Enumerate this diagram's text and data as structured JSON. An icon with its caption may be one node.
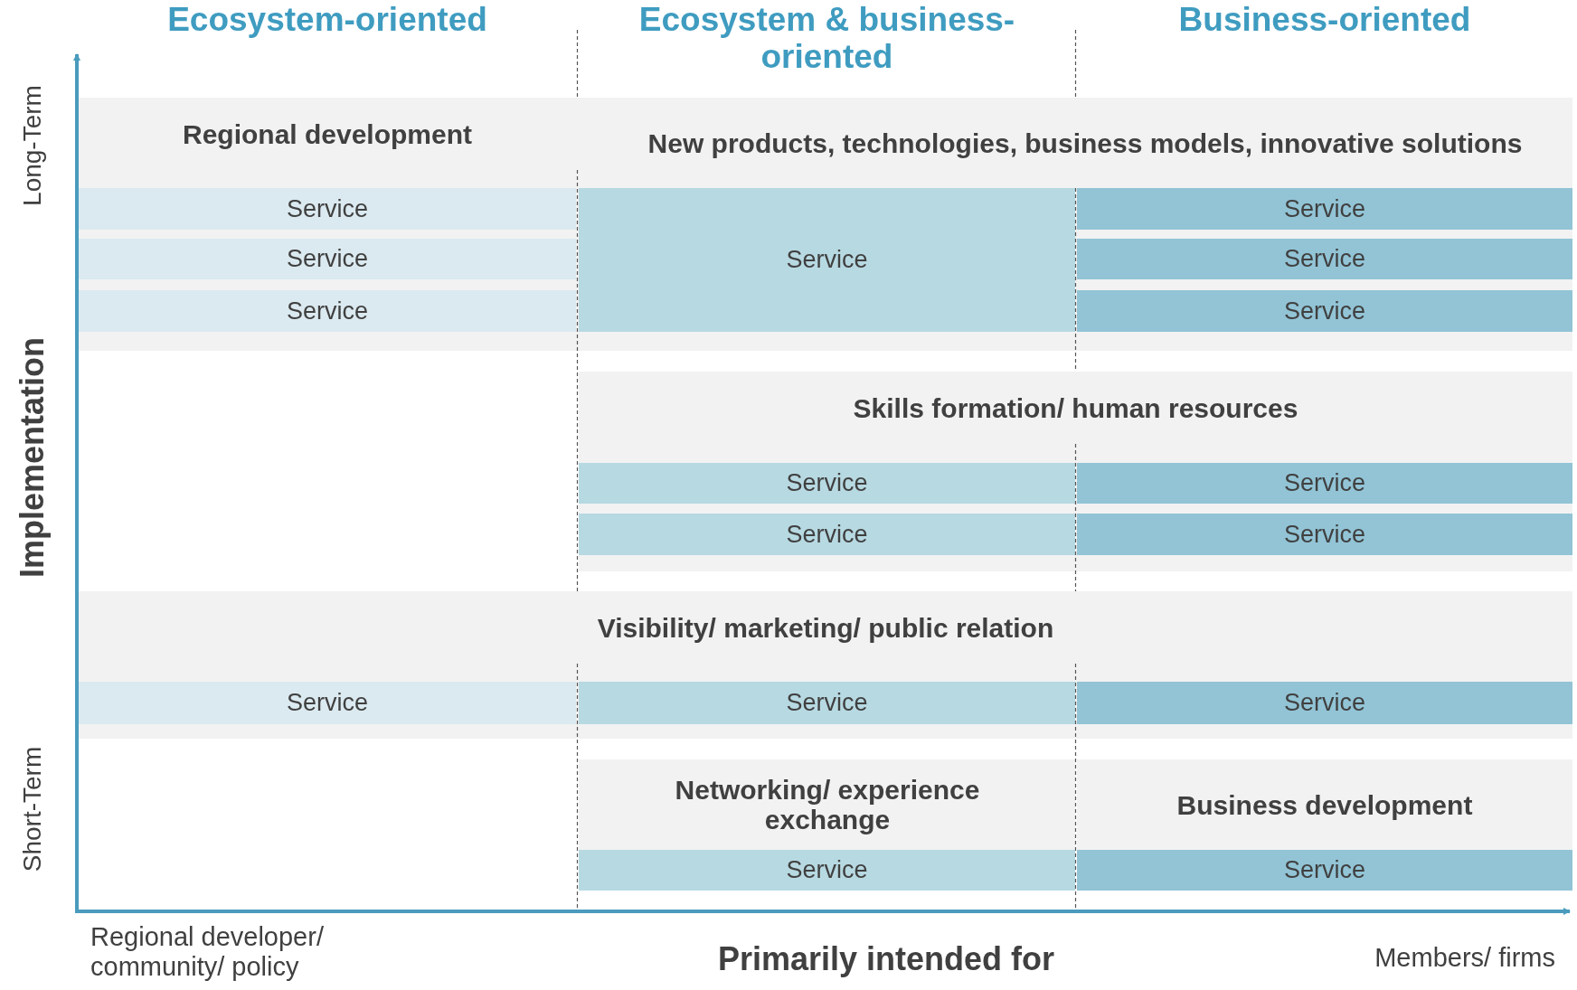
{
  "diagram": {
    "nodes": [
      {
        "text": [
          "Regional development",
          "New products, technologies, business models, innovative solutions"
        ]
      },
      {
        "text": [
          "Service"
        ],
        "in": 0
      },
      {
        "text": [
          "Service"
        ],
        "in": 0
      },
      {
        "text": [
          "Service"
        ],
        "in": 0
      },
      {
        "text": [
          "Service"
        ],
        "in": 0
      },
      {
        "text": [
          "Service"
        ],
        "in": 0
      },
      {
        "text": [
          "Service"
        ],
        "in": 0
      },
      {
        "text": [
          "Service"
        ],
        "in": 0
      },
      {
        "text": [
          "Skills formation/ human resources"
        ]
      },
      {
        "text": [
          "Service"
        ],
        "in": 8
      },
      {
        "text": [
          "Service"
        ],
        "in": 8
      },
      {
        "text": [
          "Service"
        ],
        "in": 8
      },
      {
        "text": [
          "Service"
        ],
        "in": 8
      },
      {
        "text": [
          "Visibility/ marketing/ public relation"
        ]
      },
      {
        "text": [
          "Service"
        ],
        "in": 13
      },
      {
        "text": [
          "Service"
        ],
        "in": 13
      },
      {
        "text": [
          "Service"
        ],
        "in": 13
      },
      {
        "text": [
          "Networking/ experience exchange"
        ]
      },
      {
        "text": [
          "Service"
        ],
        "in": 17
      },
      {
        "text": [
          "Business development"
        ]
      },
      {
        "text": [
          "Service"
        ],
        "in": 19
      }
    ],
    "labels": [
      "Ecosystem-oriented",
      "Ecosystem & business-oriented",
      "Business-oriented",
      "Long-Term",
      "Implementation",
      "Short-Term",
      "Regional developer/ community/ policy",
      "Primarily intended for",
      "Members/ firms"
    ]
  }
}
